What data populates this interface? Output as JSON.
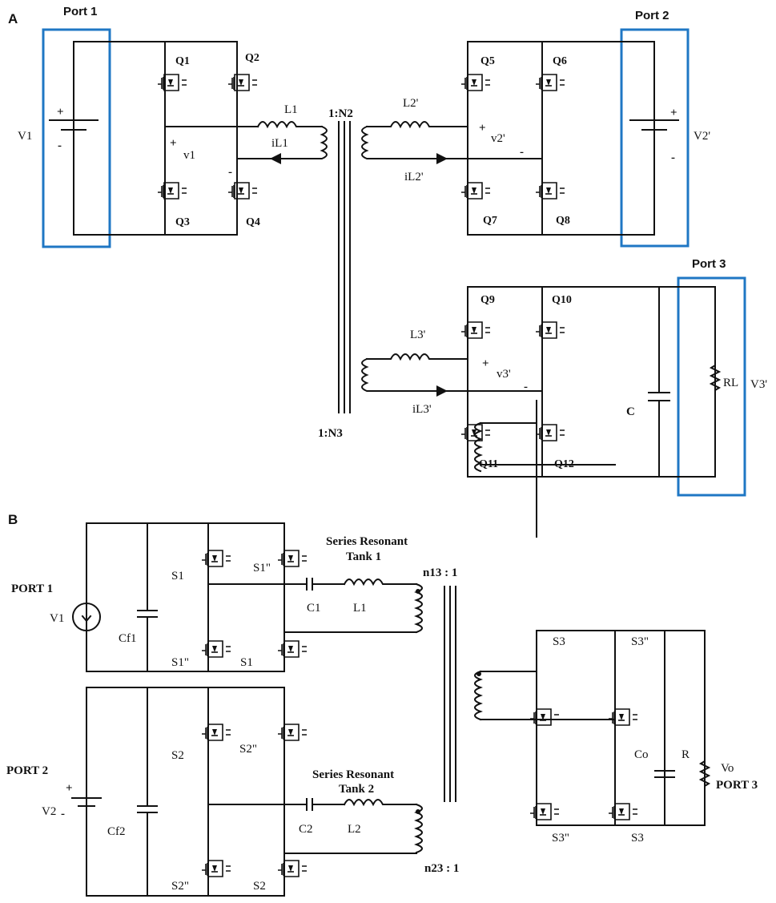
{
  "panel_a": {
    "label": "A",
    "ports": {
      "p1": "Port 1",
      "p2": "Port 2",
      "p3": "Port 3"
    },
    "switches": [
      "Q1",
      "Q2",
      "Q3",
      "Q4",
      "Q5",
      "Q6",
      "Q7",
      "Q8",
      "Q9",
      "Q10",
      "Q11",
      "Q12"
    ],
    "sources": {
      "v1": "V1",
      "v2": "V2'",
      "v3": "V3'"
    },
    "inductors": {
      "l1": "L1",
      "l2": "L2'",
      "l3": "L3'"
    },
    "currents": {
      "i1": "iL1",
      "i2": "iL2'",
      "i3": "iL3'"
    },
    "voltages": {
      "v1": "v1",
      "v2": "v2'",
      "v3": "v3'"
    },
    "ratios": {
      "n2": "1:N2",
      "n3": "1:N3"
    },
    "capacitor": "C",
    "load": "RL",
    "plus": "+",
    "minus": "-"
  },
  "panel_b": {
    "label": "B",
    "ports": {
      "p1": "PORT 1",
      "p2": "PORT 2",
      "p3": "PORT 3"
    },
    "sources": {
      "v1": "V1",
      "v2": "V2",
      "vo": "Vo"
    },
    "caps": {
      "cf1": "Cf1",
      "cf2": "Cf2",
      "c1": "C1",
      "c2": "C2",
      "co": "Co"
    },
    "inductors": {
      "l1": "L1",
      "l2": "L2"
    },
    "tank1": [
      "Series Resonant",
      "Tank 1"
    ],
    "tank2": [
      "Series Resonant",
      "Tank 2"
    ],
    "ratios": {
      "n13": "n13 : 1",
      "n23": "n23 : 1"
    },
    "load": "R",
    "switch_labels": {
      "s1": "S1",
      "s1p": "S1\"",
      "s2": "S2",
      "s2p": "S2\"",
      "s3": "S3",
      "s3p": "S3\""
    },
    "plus": "+",
    "minus": "-"
  }
}
